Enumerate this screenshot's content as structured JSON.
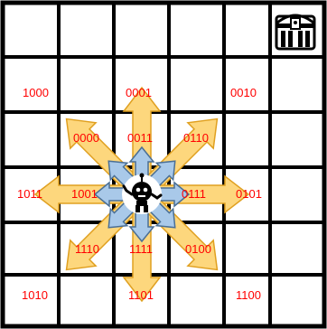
{
  "colors": {
    "grid_fill": "#ffffff",
    "grid_line": "#000000",
    "big_arrow_fill": "#fdd77d",
    "big_arrow_stroke": "#e0a020",
    "small_arrow_fill": "#a9c9e9",
    "small_arrow_stroke": "#4a6f95",
    "code_text": "#ff0000"
  },
  "icons": {
    "goal": "treasure-chest-icon",
    "agent": "robot-icon"
  },
  "codes": {
    "far_nw": "1000",
    "far_n": "0001",
    "far_ne": "0010",
    "far_w": "1011",
    "far_e": "0101",
    "far_sw": "1010",
    "far_s": "1101",
    "far_se": "1100",
    "near_nw": "0000",
    "near_n": "0011",
    "near_ne": "0110",
    "near_w": "1001",
    "near_e": "0111",
    "near_sw": "1110",
    "near_s": "1111",
    "near_se": "0100"
  }
}
